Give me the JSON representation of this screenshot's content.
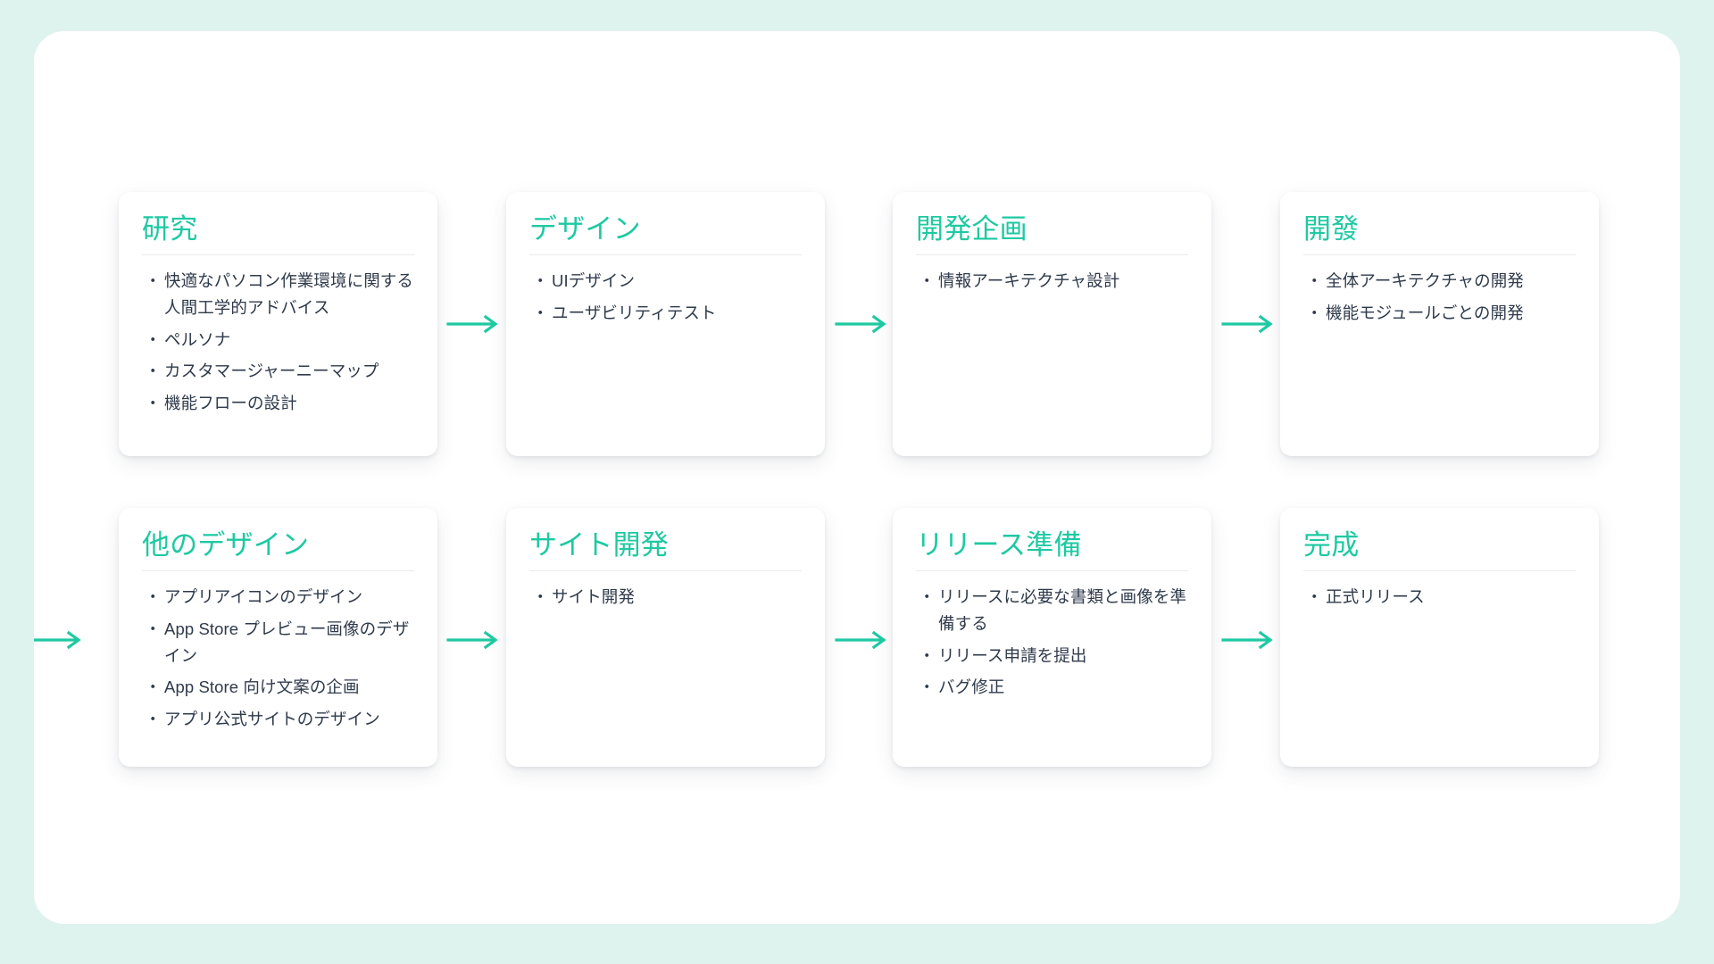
{
  "theme": {
    "page_background": "#dff3ee",
    "panel_background": "#ffffff",
    "accent": "#1ec9a2",
    "body_text": "#2f3a4b",
    "divider": "#e9eaee"
  },
  "diagram": {
    "type": "process-flow",
    "columns": 4,
    "rows": 2,
    "bullet_glyph": "・",
    "arrow_icon": "arrow-right-icon",
    "flow_order": [
      "研究",
      "デザイン",
      "開発企画",
      "開發",
      "他のデザイン",
      "サイト開発",
      "リリース準備",
      "完成"
    ]
  },
  "cards": [
    {
      "id": "research",
      "title": "研究",
      "items": [
        "快適なパソコン作業環境に関する人間工学的アドバイス",
        "ペルソナ",
        "カスタマージャーニーマップ",
        "機能フローの設計"
      ]
    },
    {
      "id": "design",
      "title": "デザイン",
      "items": [
        "UIデザイン",
        "ユーザビリティテスト"
      ]
    },
    {
      "id": "development-planning",
      "title": "開発企画",
      "items": [
        "情報アーキテクチャ設計"
      ]
    },
    {
      "id": "development",
      "title": "開發",
      "items": [
        "全体アーキテクチャの開発",
        "機能モジュールごとの開発"
      ]
    },
    {
      "id": "other-design",
      "title": "他のデザイン",
      "items": [
        "アプリアイコンのデザイン",
        "App Store プレビュー画像のデザイン",
        "App Store 向け文案の企画",
        "アプリ公式サイトのデザイン"
      ]
    },
    {
      "id": "site-development",
      "title": "サイト開発",
      "items": [
        "サイト開発"
      ]
    },
    {
      "id": "release-preparation",
      "title": "リリース準備",
      "items": [
        "リリースに必要な書類と画像を準備する",
        "リリース申請を提出",
        "バグ修正"
      ]
    },
    {
      "id": "completion",
      "title": "完成",
      "items": [
        "正式リリース"
      ]
    }
  ]
}
